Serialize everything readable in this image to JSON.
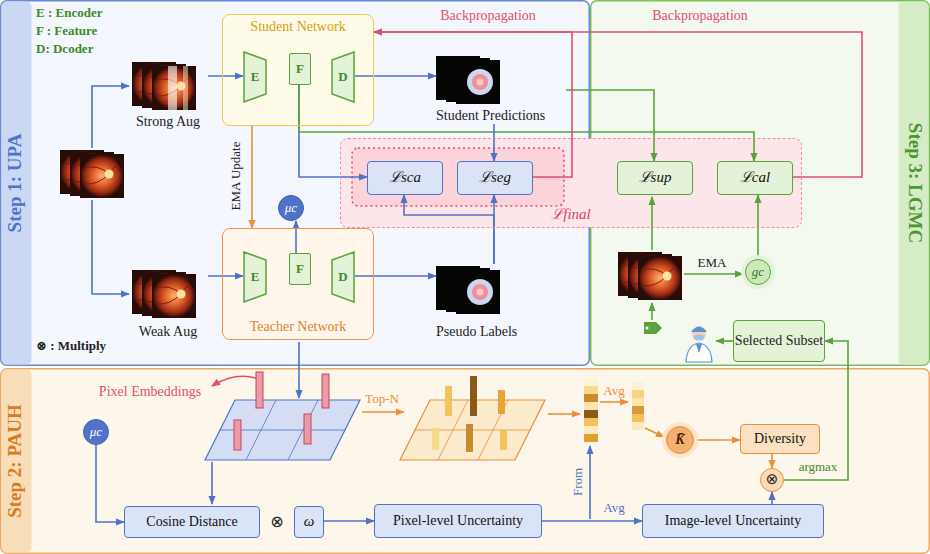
{
  "diagram": {
    "nodes": [
      {
        "text": [
          "Step 1: UPA"
        ]
      },
      {
        "text": [
          "Student Network"
        ],
        "in": 0
      },
      {
        "text": [
          "E"
        ],
        "in": 1
      },
      {
        "text": [
          "F"
        ],
        "in": 1
      },
      {
        "text": [
          "D"
        ],
        "in": 1
      },
      {
        "text": [
          "Strong Aug"
        ],
        "in": 0
      },
      {
        "text": [
          "Student Predictions"
        ],
        "in": 0
      },
      {
        "text": [
          "μc"
        ],
        "in": 0
      },
      {
        "text": [
          "Weak Aug"
        ],
        "in": 0
      },
      {
        "text": [
          "Teacher Network"
        ],
        "in": 0
      },
      {
        "text": [
          "E"
        ],
        "in": 9
      },
      {
        "text": [
          "F"
        ],
        "in": 9
      },
      {
        "text": [
          "D"
        ],
        "in": 9
      },
      {
        "text": [
          "Pseudo Labels"
        ],
        "in": 0
      },
      {
        "text": [
          "Step 3: LGMC"
        ]
      },
      {
        "text": [
          "gc"
        ],
        "in": 14
      },
      {
        "text": [
          "Selected Subset"
        ],
        "in": 14
      },
      {
        "text": [
          "ℒfinal"
        ]
      },
      {
        "text": [
          "ℒsca"
        ],
        "in": 17
      },
      {
        "text": [
          "ℒseg"
        ],
        "in": 17
      },
      {
        "text": [
          "ℒsup"
        ],
        "in": 17
      },
      {
        "text": [
          "ℒcal"
        ],
        "in": 17
      },
      {
        "text": [
          "Step 2: PAUH"
        ]
      },
      {
        "text": [
          "μc"
        ],
        "in": 22
      },
      {
        "text": [
          "Cosine Distance"
        ],
        "in": 22
      },
      {
        "text": [
          "ω"
        ],
        "in": 22
      },
      {
        "text": [
          "Pixel-level Uncertainty"
        ],
        "in": 22
      },
      {
        "text": [
          "Image-level Uncertainty"
        ],
        "in": 22
      },
      {
        "text": [
          "K̄"
        ],
        "in": 22
      },
      {
        "text": [
          "Diversity"
        ],
        "in": 22
      },
      {
        "text": [
          "⊗"
        ],
        "in": 22
      }
    ],
    "edges": [
      {
        "from": 5,
        "to": 2,
        "arrow": "to"
      },
      {
        "from": 4,
        "to": 6,
        "arrow": "to"
      },
      {
        "from": 8,
        "to": 10,
        "arrow": "to"
      },
      {
        "from": 12,
        "to": 13,
        "arrow": "to"
      },
      {
        "from": 1,
        "to": 9,
        "label": "EMA Update",
        "arrow": "to"
      },
      {
        "from": 11,
        "to": 7,
        "arrow": "to"
      },
      {
        "from": 3,
        "to": 18,
        "arrow": "to"
      },
      {
        "from": 3,
        "to": 21,
        "arrow": "to"
      },
      {
        "from": 6,
        "to": 19,
        "arrow": "to"
      },
      {
        "from": 6,
        "to": 20,
        "arrow": "to"
      },
      {
        "from": 13,
        "to": 19,
        "arrow": "to"
      },
      {
        "from": 13,
        "to": 18,
        "arrow": "to"
      },
      {
        "from": 19,
        "to": 1,
        "label": "Backpropagation",
        "arrow": "to"
      },
      {
        "from": 21,
        "to": 1,
        "label": "Backpropagation",
        "arrow": "to"
      },
      {
        "from": 15,
        "to": 21,
        "arrow": "to"
      },
      {
        "from": 23,
        "to": 24,
        "arrow": "to"
      },
      {
        "from": 25,
        "to": 26,
        "arrow": "to"
      },
      {
        "from": 26,
        "to": 27,
        "label": "Avg",
        "arrow": "to"
      },
      {
        "from": 28,
        "to": 29,
        "arrow": "to"
      },
      {
        "from": 29,
        "to": 30,
        "arrow": "to"
      },
      {
        "from": 27,
        "to": 30,
        "arrow": "to"
      },
      {
        "from": 30,
        "to": 16,
        "label": "argmax",
        "arrow": "to"
      }
    ],
    "labels": [
      "E : Encoder",
      "F : Feature",
      "D: Dcoder",
      "⊗ : Multiply",
      "EMA",
      "Pixel Embeddings",
      "Top-N",
      "Avg",
      "From",
      "⊗"
    ]
  }
}
